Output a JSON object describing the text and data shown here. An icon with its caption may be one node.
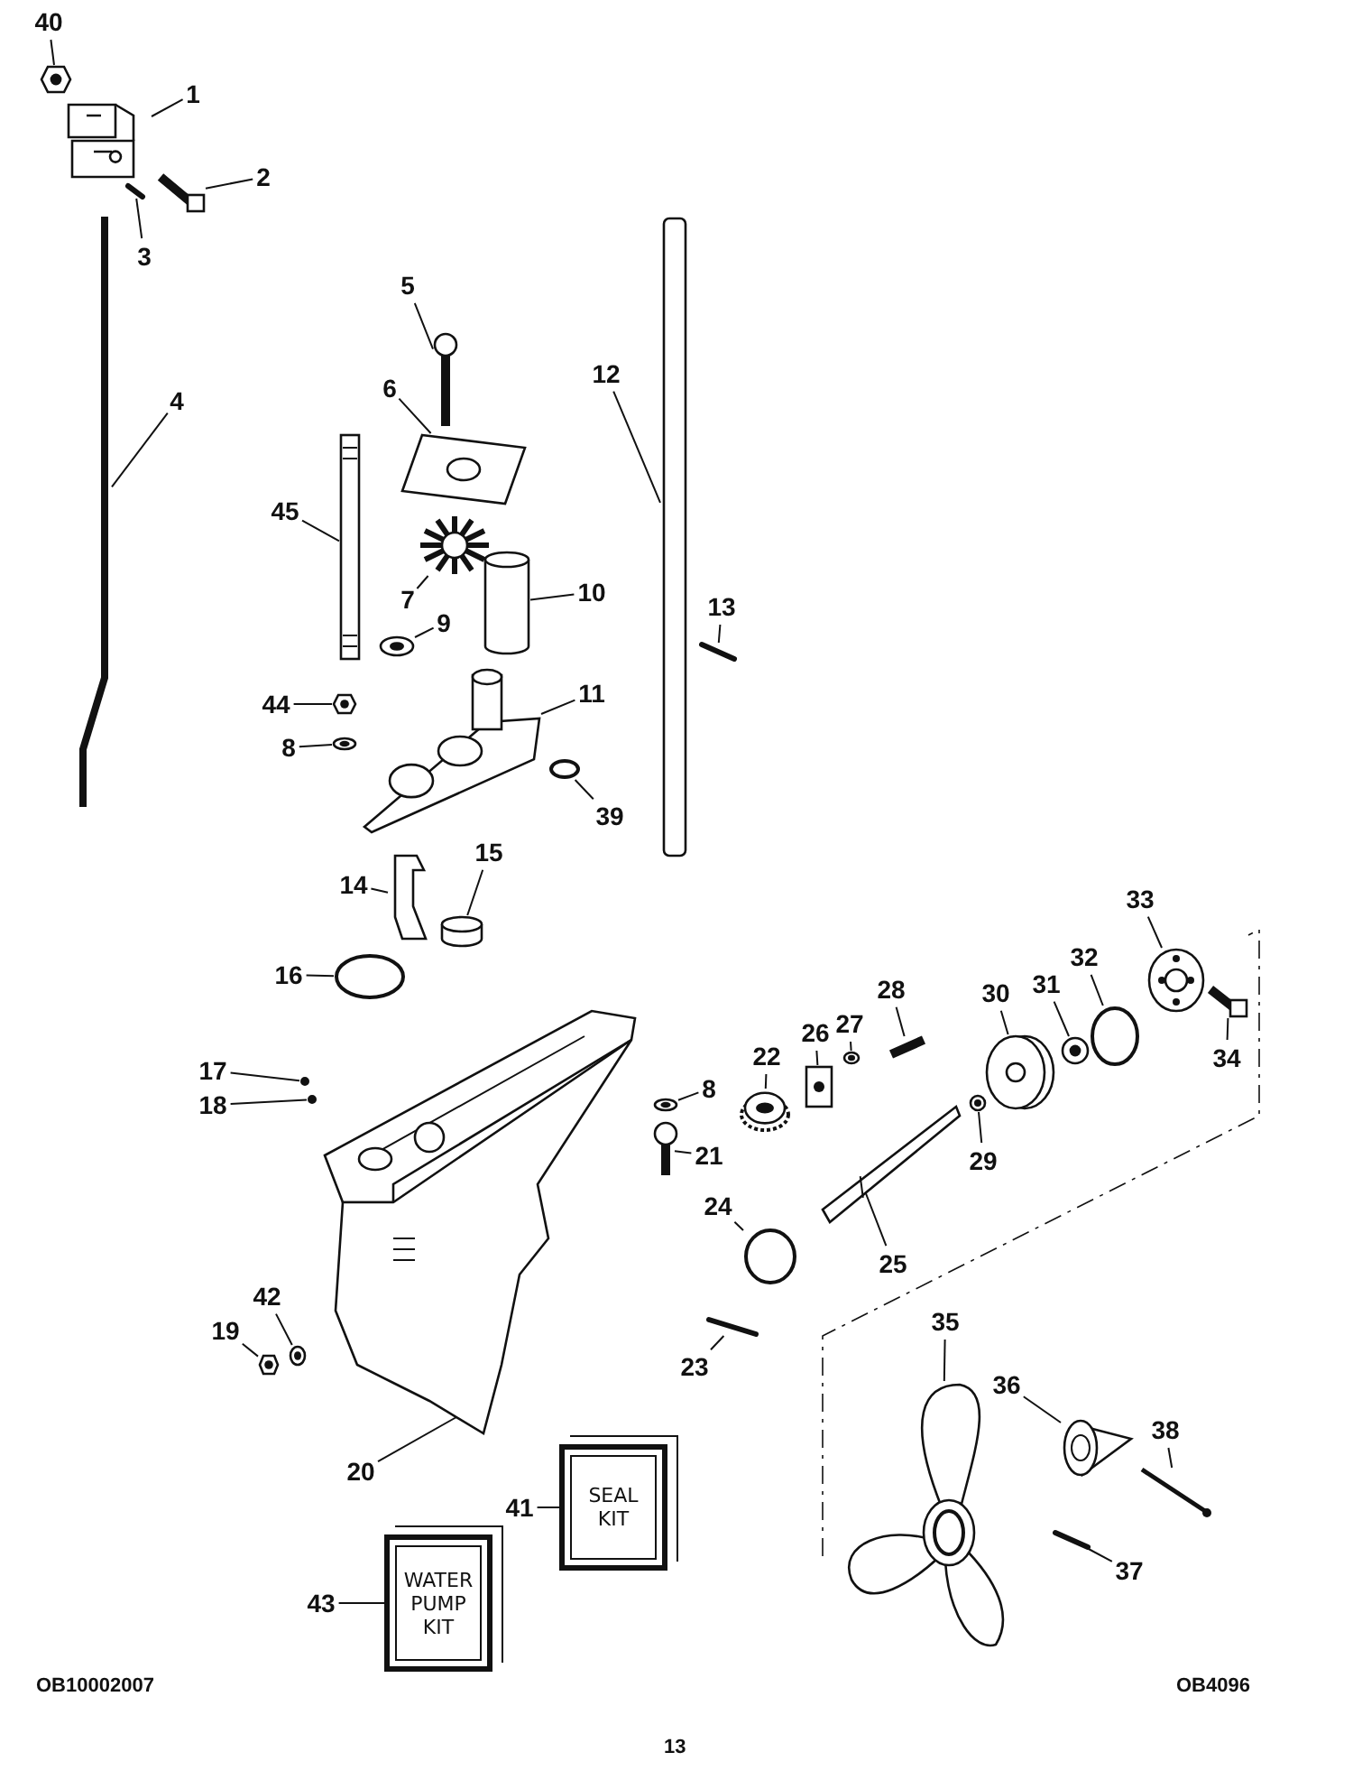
{
  "diagram": {
    "nodes": [
      {
        "text": [
          "40"
        ]
      },
      {
        "text": [],
        "shape": "picture"
      },
      {
        "text": [
          "1"
        ]
      },
      {
        "text": [],
        "shape": "picture"
      },
      {
        "text": [
          "2"
        ]
      },
      {
        "text": [],
        "shape": "picture"
      },
      {
        "text": [
          "3"
        ]
      },
      {
        "text": [],
        "shape": "picture"
      },
      {
        "text": [
          "4"
        ]
      },
      {
        "text": [],
        "shape": "picture"
      },
      {
        "text": [
          "5"
        ]
      },
      {
        "text": [],
        "shape": "picture"
      },
      {
        "text": [
          "6"
        ]
      },
      {
        "text": [],
        "shape": "picture"
      },
      {
        "text": [
          "45"
        ]
      },
      {
        "text": [],
        "shape": "picture"
      },
      {
        "text": [
          "12"
        ]
      },
      {
        "text": [],
        "shape": "bar"
      },
      {
        "text": [
          "7"
        ]
      },
      {
        "text": [],
        "shape": "picture"
      },
      {
        "text": [
          "10"
        ]
      },
      {
        "text": [],
        "shape": "cylinder"
      },
      {
        "text": [
          "9"
        ]
      },
      {
        "text": [],
        "shape": "picture"
      },
      {
        "text": [
          "13"
        ]
      },
      {
        "text": [],
        "shape": "picture"
      },
      {
        "text": [
          "44"
        ]
      },
      {
        "text": [],
        "shape": "picture"
      },
      {
        "text": [
          "11"
        ]
      },
      {
        "text": [],
        "shape": "picture"
      },
      {
        "text": [
          "8"
        ]
      },
      {
        "text": [],
        "shape": "picture"
      },
      {
        "text": [
          "39"
        ]
      },
      {
        "text": [],
        "shape": "circle"
      },
      {
        "text": [
          "14"
        ]
      },
      {
        "text": [],
        "shape": "picture"
      },
      {
        "text": [
          "15"
        ]
      },
      {
        "text": [],
        "shape": "cylinder"
      },
      {
        "text": [
          "16"
        ]
      },
      {
        "text": [],
        "shape": "circle"
      },
      {
        "text": [
          "33"
        ]
      },
      {
        "text": [],
        "shape": "picture"
      },
      {
        "text": [
          "32"
        ]
      },
      {
        "text": [],
        "shape": "circle"
      },
      {
        "text": [
          "31"
        ]
      },
      {
        "text": [],
        "shape": "picture"
      },
      {
        "text": [
          "30"
        ]
      },
      {
        "text": [],
        "shape": "picture"
      },
      {
        "text": [
          "28"
        ]
      },
      {
        "text": [],
        "shape": "picture"
      },
      {
        "text": [
          "27"
        ]
      },
      {
        "text": [],
        "shape": "picture"
      },
      {
        "text": [
          "26"
        ]
      },
      {
        "text": [],
        "shape": "picture"
      },
      {
        "text": [
          "17"
        ]
      },
      {
        "text": [],
        "shape": "circle"
      },
      {
        "text": [
          "18"
        ]
      },
      {
        "text": [],
        "shape": "circle"
      },
      {
        "text": [
          "22"
        ]
      },
      {
        "text": [],
        "shape": "picture"
      },
      {
        "text": [
          "8"
        ]
      },
      {
        "text": [],
        "shape": "picture"
      },
      {
        "text": [
          "34"
        ]
      },
      {
        "text": [],
        "shape": "picture"
      },
      {
        "text": [
          "21"
        ]
      },
      {
        "text": [],
        "shape": "picture"
      },
      {
        "text": [
          "24"
        ]
      },
      {
        "text": [],
        "shape": "circle"
      },
      {
        "text": [
          "29"
        ]
      },
      {
        "text": [],
        "shape": "picture"
      },
      {
        "text": [
          "25"
        ]
      },
      {
        "text": [],
        "shape": "picture"
      },
      {
        "text": [
          "42"
        ]
      },
      {
        "text": [],
        "shape": "picture"
      },
      {
        "text": [
          "19"
        ]
      },
      {
        "text": [],
        "shape": "picture"
      },
      {
        "text": [
          "23"
        ]
      },
      {
        "text": [],
        "shape": "picture"
      },
      {
        "text": [
          "35"
        ]
      },
      {
        "text": [],
        "shape": "picture"
      },
      {
        "text": [
          "36"
        ]
      },
      {
        "text": [],
        "shape": "picture"
      },
      {
        "text": [
          "38"
        ]
      },
      {
        "text": [],
        "shape": "picture"
      },
      {
        "text": [
          "20"
        ]
      },
      {
        "text": [],
        "shape": "picture"
      },
      {
        "text": [
          "41"
        ]
      },
      {
        "text": [
          "SEAL KIT"
        ]
      },
      {
        "text": [
          "37"
        ]
      },
      {
        "text": [],
        "shape": "picture"
      },
      {
        "text": [
          "43"
        ]
      },
      {
        "text": [
          "WATER PUMP KIT"
        ]
      }
    ],
    "edges": [
      {
        "from": 0,
        "to": 1,
        "arrow": "none"
      },
      {
        "from": 2,
        "to": 3,
        "arrow": "none"
      },
      {
        "from": 4,
        "to": 5,
        "arrow": "none"
      },
      {
        "from": 6,
        "to": 7,
        "arrow": "none"
      },
      {
        "from": 8,
        "to": 9,
        "arrow": "none"
      },
      {
        "from": 10,
        "to": 11,
        "arrow": "none"
      },
      {
        "from": 12,
        "to": 13,
        "arrow": "none"
      },
      {
        "from": 14,
        "to": 15,
        "arrow": "none"
      },
      {
        "from": 16,
        "to": 17,
        "arrow": "none"
      },
      {
        "from": 18,
        "to": 19,
        "arrow": "none"
      },
      {
        "from": 20,
        "to": 21,
        "arrow": "none"
      },
      {
        "from": 22,
        "to": 23,
        "arrow": "none"
      },
      {
        "from": 24,
        "to": 25,
        "arrow": "none"
      },
      {
        "from": 26,
        "to": 27,
        "arrow": "none"
      },
      {
        "from": 28,
        "to": 29,
        "arrow": "none"
      },
      {
        "from": 30,
        "to": 31,
        "arrow": "none"
      },
      {
        "from": 32,
        "to": 33,
        "arrow": "none"
      },
      {
        "from": 34,
        "to": 35,
        "arrow": "none"
      },
      {
        "from": 36,
        "to": 37,
        "arrow": "none"
      },
      {
        "from": 38,
        "to": 39,
        "arrow": "none"
      },
      {
        "from": 40,
        "to": 41,
        "arrow": "none"
      },
      {
        "from": 42,
        "to": 43,
        "arrow": "none"
      },
      {
        "from": 44,
        "to": 45,
        "arrow": "none"
      },
      {
        "from": 46,
        "to": 47,
        "arrow": "none"
      },
      {
        "from": 48,
        "to": 49,
        "arrow": "none"
      },
      {
        "from": 50,
        "to": 51,
        "arrow": "none"
      },
      {
        "from": 52,
        "to": 53,
        "arrow": "none"
      },
      {
        "from": 54,
        "to": 55,
        "arrow": "none"
      },
      {
        "from": 56,
        "to": 57,
        "arrow": "none"
      },
      {
        "from": 58,
        "to": 59,
        "arrow": "none"
      },
      {
        "from": 60,
        "to": 61,
        "arrow": "none"
      },
      {
        "from": 62,
        "to": 63,
        "arrow": "none"
      },
      {
        "from": 64,
        "to": 65,
        "arrow": "none"
      },
      {
        "from": 66,
        "to": 67,
        "arrow": "none"
      },
      {
        "from": 68,
        "to": 69,
        "arrow": "none"
      },
      {
        "from": 70,
        "to": 71,
        "arrow": "none"
      },
      {
        "from": 72,
        "to": 73,
        "arrow": "none"
      },
      {
        "from": 74,
        "to": 75,
        "arrow": "none"
      },
      {
        "from": 76,
        "to": 77,
        "arrow": "none"
      },
      {
        "from": 78,
        "to": 79,
        "arrow": "none"
      },
      {
        "from": 80,
        "to": 81,
        "arrow": "none"
      },
      {
        "from": 82,
        "to": 83,
        "arrow": "none"
      },
      {
        "from": 84,
        "to": 85,
        "arrow": "none"
      },
      {
        "from": 86,
        "to": 87,
        "arrow": "none"
      },
      {
        "from": 88,
        "to": 89,
        "arrow": "none"
      },
      {
        "from": 90,
        "to": 91,
        "arrow": "none"
      }
    ],
    "labels": [
      "OB10002007",
      "OB4096",
      "13"
    ]
  }
}
